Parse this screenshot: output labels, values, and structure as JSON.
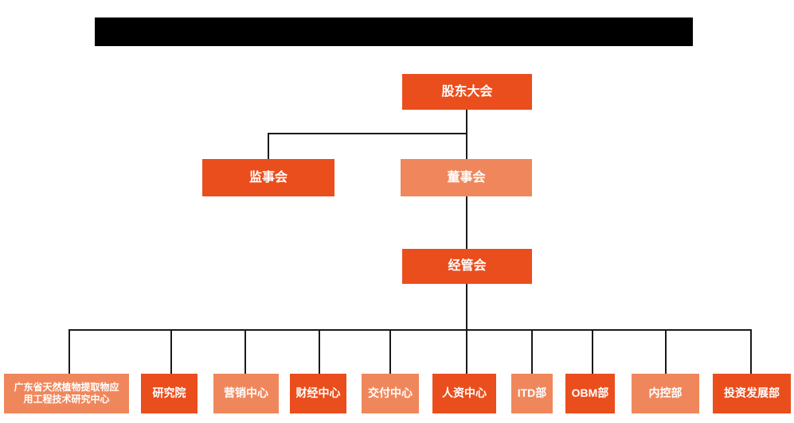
{
  "colors": {
    "primary_orange": "#EA4E1D",
    "light_orange": "#F0875C",
    "line_black": "#1A1A1A",
    "text_white": "#FFFFFF",
    "redacted_bar": "#000000"
  },
  "org_chart": {
    "level1": {
      "label": "股东大会"
    },
    "level2": {
      "supervisory": {
        "label": "监事会"
      },
      "board": {
        "label": "董事会"
      }
    },
    "level3": {
      "label": "经管会"
    },
    "departments": [
      {
        "label": "广东省天然植物提取物应用工程技术研究中心",
        "variant": "light"
      },
      {
        "label": "研究院",
        "variant": "dark"
      },
      {
        "label": "营销中心",
        "variant": "light"
      },
      {
        "label": "财经中心",
        "variant": "dark"
      },
      {
        "label": "交付中心",
        "variant": "light"
      },
      {
        "label": "人资中心",
        "variant": "dark"
      },
      {
        "label": "ITD部",
        "variant": "light"
      },
      {
        "label": "OBM部",
        "variant": "dark"
      },
      {
        "label": "内控部",
        "variant": "light"
      },
      {
        "label": "投资发展部",
        "variant": "dark"
      }
    ]
  }
}
